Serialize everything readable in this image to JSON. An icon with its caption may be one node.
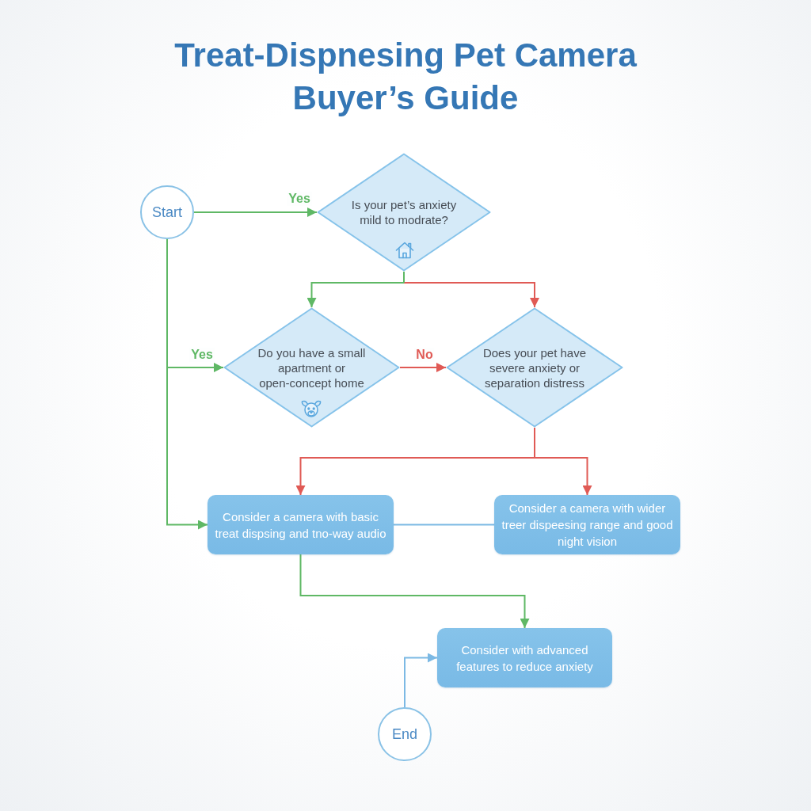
{
  "diagram": {
    "title": "Treat-Dispnesing Pet Camera Buyer’s Guide",
    "nodes": [
      {
        "text": [
          "Start"
        ]
      },
      {
        "text": [
          "Is your pet’s anxiety mild to modrate?"
        ]
      },
      {
        "text": [
          "Do you have a small apartment or open-concept home"
        ]
      },
      {
        "text": [
          "Does your pet have severe anxiety or separation distress"
        ]
      },
      {
        "text": [
          "Consider a camera with basic treat dispsing and tno-way audio"
        ]
      },
      {
        "text": [
          "Consider a camera with wider treer dispeesing range and good night vision"
        ]
      },
      {
        "text": [
          "Consider with advanced features to reduce anxiety"
        ]
      },
      {
        "text": [
          "End"
        ]
      }
    ],
    "edges": [
      {
        "from": 0,
        "to": 1,
        "arrow": "to",
        "label": "Yes"
      },
      {
        "from": 1,
        "to": 2,
        "arrow": "to"
      },
      {
        "from": 1,
        "to": 3,
        "arrow": "to",
        "color": "#e05a55"
      },
      {
        "from": 0,
        "to": 2,
        "arrow": "to",
        "label": "Yes"
      },
      {
        "from": 2,
        "to": 3,
        "arrow": "to",
        "label": "No",
        "color": "#e05a55"
      },
      {
        "from": 3,
        "to": 4,
        "arrow": "to",
        "color": "#e05a55"
      },
      {
        "from": 3,
        "to": 5,
        "arrow": "to",
        "color": "#e05a55"
      },
      {
        "from": 0,
        "to": 4,
        "arrow": "to"
      },
      {
        "from": 4,
        "to": 5,
        "arrow": "none",
        "color": "#7cb9e4"
      },
      {
        "from": 4,
        "to": 6,
        "arrow": "to"
      },
      {
        "from": 7,
        "to": 6,
        "arrow": "to",
        "color": "#7cb9e4"
      }
    ]
  }
}
